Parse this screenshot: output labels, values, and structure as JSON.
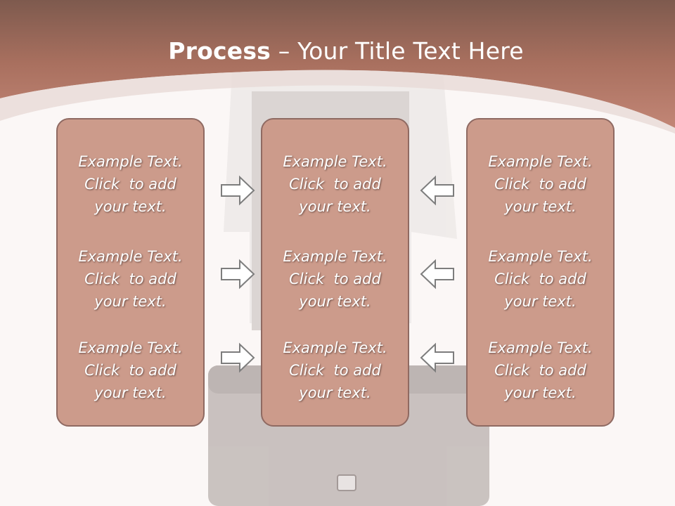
{
  "title": {
    "bold": "Process",
    "rest": " – Your Title Text Here"
  },
  "colors": {
    "header": "#b98070",
    "box_fill": "#cc9b8b",
    "box_border": "#8f6a62",
    "background": "#fbf7f6",
    "arrow_stroke": "#7d7d7d"
  },
  "columns": [
    {
      "blocks": [
        {
          "line1": "Example Text.",
          "line2": "Click  to add",
          "line3": "your text."
        },
        {
          "line1": "Example Text.",
          "line2": "Click  to add",
          "line3": "your text."
        },
        {
          "line1": "Example Text.",
          "line2": "Click  to add",
          "line3": "your text."
        }
      ]
    },
    {
      "blocks": [
        {
          "line1": "Example Text.",
          "line2": "Click  to add",
          "line3": "your text."
        },
        {
          "line1": "Example Text.",
          "line2": "Click  to add",
          "line3": "your text."
        },
        {
          "line1": "Example Text.",
          "line2": "Click  to add",
          "line3": "your text."
        }
      ]
    },
    {
      "blocks": [
        {
          "line1": "Example Text.",
          "line2": "Click  to add",
          "line3": "your text."
        },
        {
          "line1": "Example Text.",
          "line2": "Click  to add",
          "line3": "your text."
        },
        {
          "line1": "Example Text.",
          "line2": "Click  to add",
          "line3": "your text."
        }
      ]
    }
  ],
  "arrows": {
    "left_group": "right-arrow-icon",
    "right_group": "left-arrow-icon"
  }
}
